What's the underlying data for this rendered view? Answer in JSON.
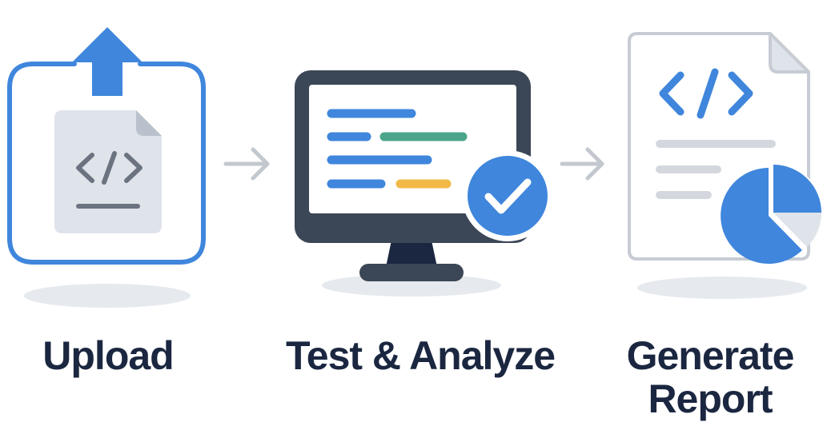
{
  "steps": [
    {
      "id": "upload",
      "label": "Upload",
      "icon": "upload-code-file-icon"
    },
    {
      "id": "test",
      "label": "Test & Analyze",
      "icon": "monitor-check-icon"
    },
    {
      "id": "report",
      "label_lines": [
        "Generate",
        "Report"
      ],
      "icon": "report-document-icon"
    }
  ],
  "connectors": [
    "arrow-right-icon",
    "arrow-right-icon"
  ],
  "colors": {
    "blue": "#3f86dc",
    "navy": "#1b2740",
    "monitor_frame": "#3b4656",
    "light_gray": "#dfe3ea",
    "mid_gray": "#c7ccd4",
    "dark_gray": "#6b7380",
    "green": "#4aa58a",
    "yellow": "#f3b947",
    "shadow": "#e6e9ee",
    "arrow_gray": "#c3c8cf"
  }
}
